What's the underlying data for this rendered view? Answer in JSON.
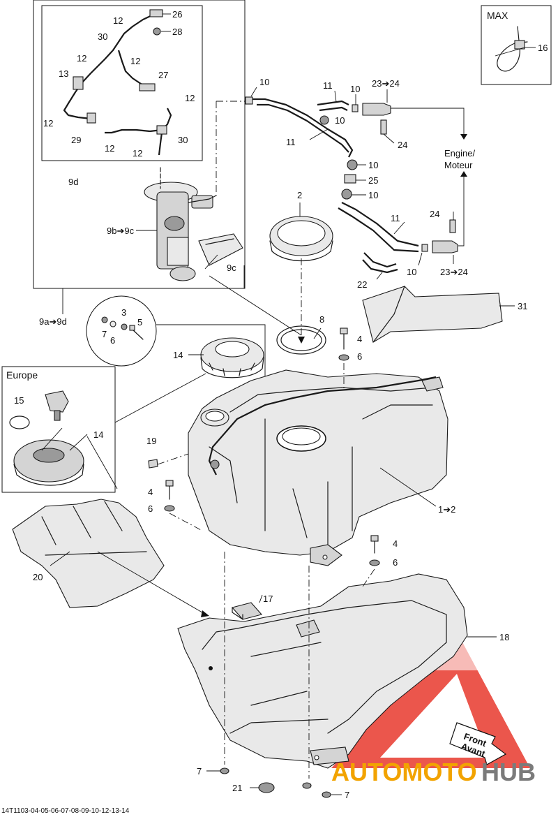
{
  "diagram_code": "14T1103-04-05-06-07-08-09-10-12-13-14",
  "boxes": {
    "max_title": "MAX",
    "europe_title": "Europe"
  },
  "engine_label": {
    "line1": "Engine/",
    "line2": "Moteur"
  },
  "front_label": {
    "line1": "Front",
    "line2": "Avant"
  },
  "watermark": {
    "part1": "AUTOMOTO",
    "part2": "HUB",
    "color_primary": "#e8382d",
    "color_secondary": "#f2a300",
    "color_tertiary": "#7b7b7b"
  },
  "callouts": {
    "c26": "26",
    "c28": "28",
    "c12a": "12",
    "c30a": "30",
    "c12b": "12",
    "c12c": "12",
    "c13": "13",
    "c27": "27",
    "c12d": "12",
    "c12e": "12",
    "c29": "29",
    "c12f": "12",
    "c12g": "12",
    "c30b": "30",
    "c9d": "9d",
    "c9b9c": "9b➔9c",
    "c9c": "9c",
    "c9a9d": "9a➔9d",
    "c10a": "10",
    "c11a": "11",
    "c10b": "10",
    "c2324a": "23➔24",
    "c10c": "10",
    "c11b": "11",
    "c24a": "24",
    "c10d": "10",
    "c25": "25",
    "c10e": "10",
    "c2": "2",
    "c11c": "11",
    "c24b": "24",
    "c10f": "10",
    "c2324b": "23➔24",
    "c22": "22",
    "c16": "16",
    "c31": "31",
    "c3": "3",
    "c7a": "7",
    "c6a": "6",
    "c5": "5",
    "c8": "8",
    "c4a": "4",
    "c6b": "6",
    "c14a": "14",
    "c15": "15",
    "c14b": "14",
    "c19": "19",
    "c4b": "4",
    "c6c": "6",
    "c12": "1➔2",
    "c4c": "4",
    "c6d": "6",
    "c20": "20",
    "c17": "17",
    "c18": "18",
    "c7b": "7",
    "c21": "21",
    "c7c": "7"
  }
}
